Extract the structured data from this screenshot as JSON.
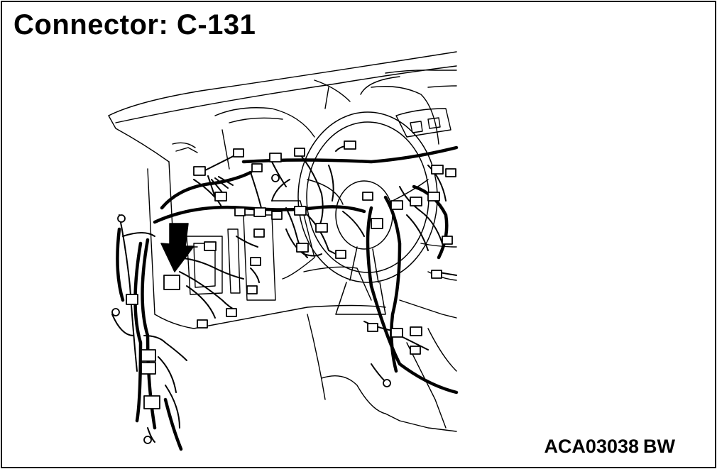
{
  "figure": {
    "title": "Connector: C-131",
    "code_main": "ACA03038",
    "code_suffix": "BW"
  },
  "colors": {
    "ink": "#000000",
    "background": "#ffffff"
  },
  "icons": {
    "pointer": "down-arrow-icon"
  }
}
